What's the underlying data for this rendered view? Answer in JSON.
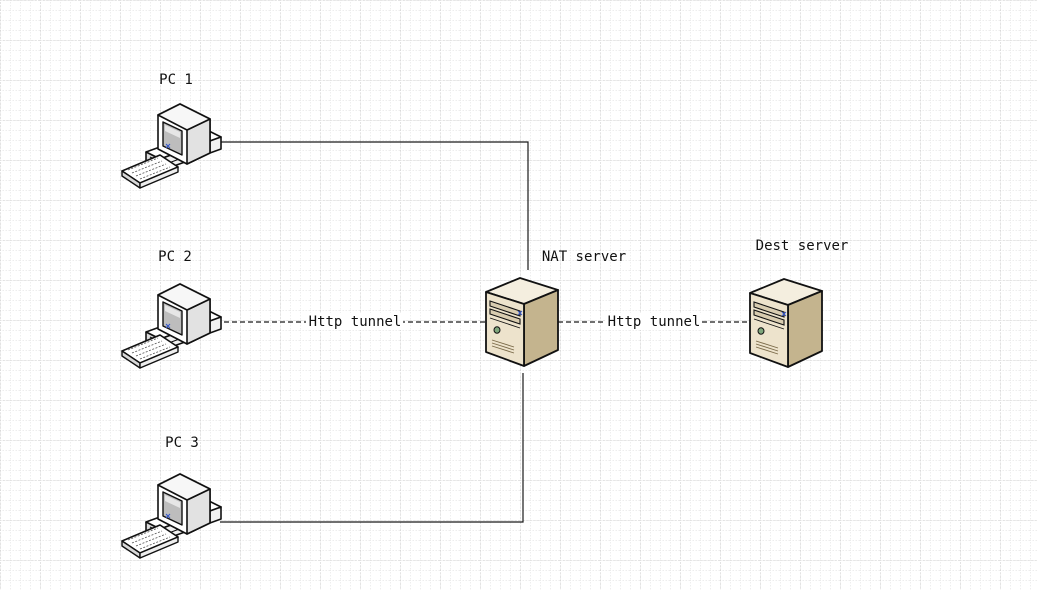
{
  "nodes": {
    "pc1": {
      "label": "PC 1",
      "icon": "desktop-pc-icon"
    },
    "pc2": {
      "label": "PC 2",
      "icon": "desktop-pc-icon"
    },
    "pc3": {
      "label": "PC 3",
      "icon": "desktop-pc-icon"
    },
    "nat": {
      "label": "NAT server",
      "icon": "tower-server-icon"
    },
    "dest": {
      "label": "Dest server",
      "icon": "tower-server-icon"
    }
  },
  "edges": {
    "pc2_nat": {
      "label": "Http tunnel",
      "style": "dashed"
    },
    "nat_dest": {
      "label": "Http tunnel",
      "style": "dashed"
    },
    "pc1_nat": {
      "style": "solid"
    },
    "pc3_nat": {
      "style": "solid"
    }
  },
  "colors": {
    "grid": "#d0d0d0",
    "server_body": "#ede3cc",
    "server_side": "#c4b48e",
    "pc_body": "#f0f0f0",
    "pc_screen": "#bdbdbd",
    "outline": "#111111"
  }
}
